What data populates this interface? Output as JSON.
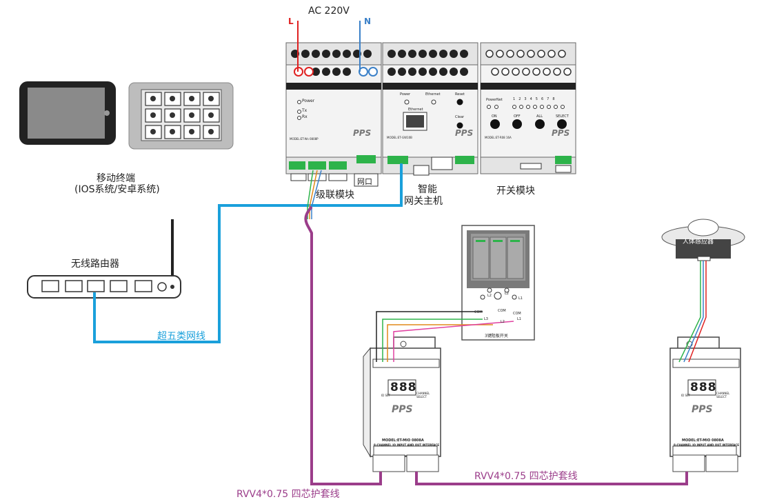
{
  "power": {
    "title": "AC 220V",
    "l": "L",
    "n": "N"
  },
  "mobile": {
    "line1": "移动终端",
    "line2": "(IOS系统/安卓系统)"
  },
  "router": {
    "title": "无线路由器"
  },
  "cable_net": {
    "label": "超五类网线"
  },
  "cascade": {
    "label": "级联模块",
    "port_label": "网口",
    "leds": [
      "Power",
      "Tx",
      "Rx"
    ],
    "model": "MODEL:ET-Ws 0808P"
  },
  "gateway": {
    "label1": "智能",
    "label2": "网关主机",
    "leds": [
      "Power",
      "Ethernet",
      "Reset"
    ],
    "port": "Ethernet",
    "clear": "Clear",
    "model": "MODEL:ET-GW10B"
  },
  "switch_module": {
    "label": "开关模块",
    "leds": [
      "Power",
      "Net"
    ],
    "buttons": [
      "ON",
      "OFF",
      "ALL",
      "SELECT"
    ],
    "channels": [
      "1",
      "2",
      "3",
      "4",
      "5",
      "6",
      "7",
      "8"
    ],
    "model": "MODEL:ET-R08 16A"
  },
  "brand": "PPS",
  "wall_switch": {
    "caption": "3键阻板开关",
    "leds": [
      "L2",
      "L2",
      "L1"
    ],
    "terms": [
      "COM",
      "COM",
      "COM",
      "L3",
      "L2",
      "L1"
    ]
  },
  "io_module": {
    "model": "MODEL:ET-MIO 0808A",
    "desc": "8-CHANNEL IO INPUT AND OUT INTERFACE",
    "display": "888",
    "left_lbl": "ID SET",
    "right_lbl": "CHANNEL SELECT"
  },
  "sensor": {
    "label": "人体感应器"
  },
  "cable_rvv1": {
    "label": "RVV4*0.75 四芯护套线"
  },
  "cable_rvv2": {
    "label": "RVV4*0.75 四芯护套线"
  },
  "colors": {
    "net_cable": "#1aa0db",
    "rvv_cable": "#9b3d8a",
    "live": "#e02020",
    "neutral": "#3a80c8"
  }
}
